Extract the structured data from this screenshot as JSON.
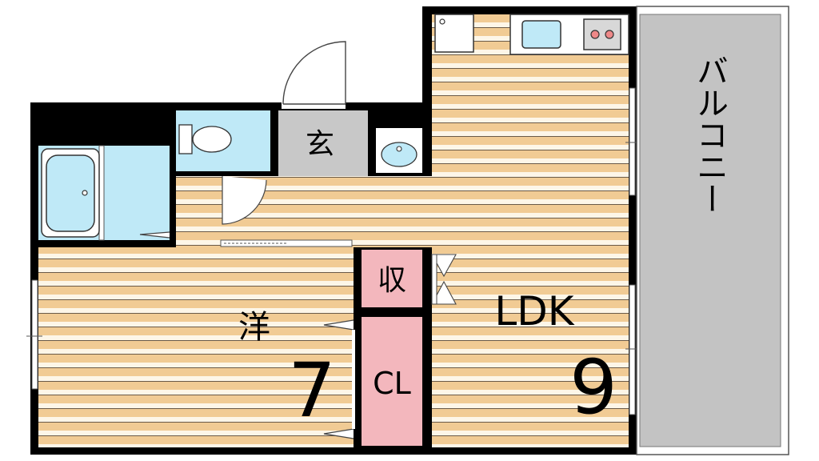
{
  "rooms": {
    "entrance": {
      "label": "玄"
    },
    "western": {
      "label": "洋",
      "size": "7"
    },
    "storage": {
      "label": "収"
    },
    "closet": {
      "label": "CL"
    },
    "ldk": {
      "label": "LDK",
      "size": "9"
    },
    "balcony": {
      "label": "バルコニー"
    }
  },
  "colors": {
    "floor_light": "#fdf6e8",
    "floor_stripe": "#f1cb94",
    "wet_area": "#bfe9f7",
    "entrance_floor": "#c8c8c8",
    "storage": "#f3b7bd",
    "balcony": "#c3c3c3",
    "wall": "#000000"
  },
  "icons": [
    "bathtub-icon",
    "toilet-icon",
    "sink-icon",
    "stove-icon",
    "door-swing-icon"
  ]
}
